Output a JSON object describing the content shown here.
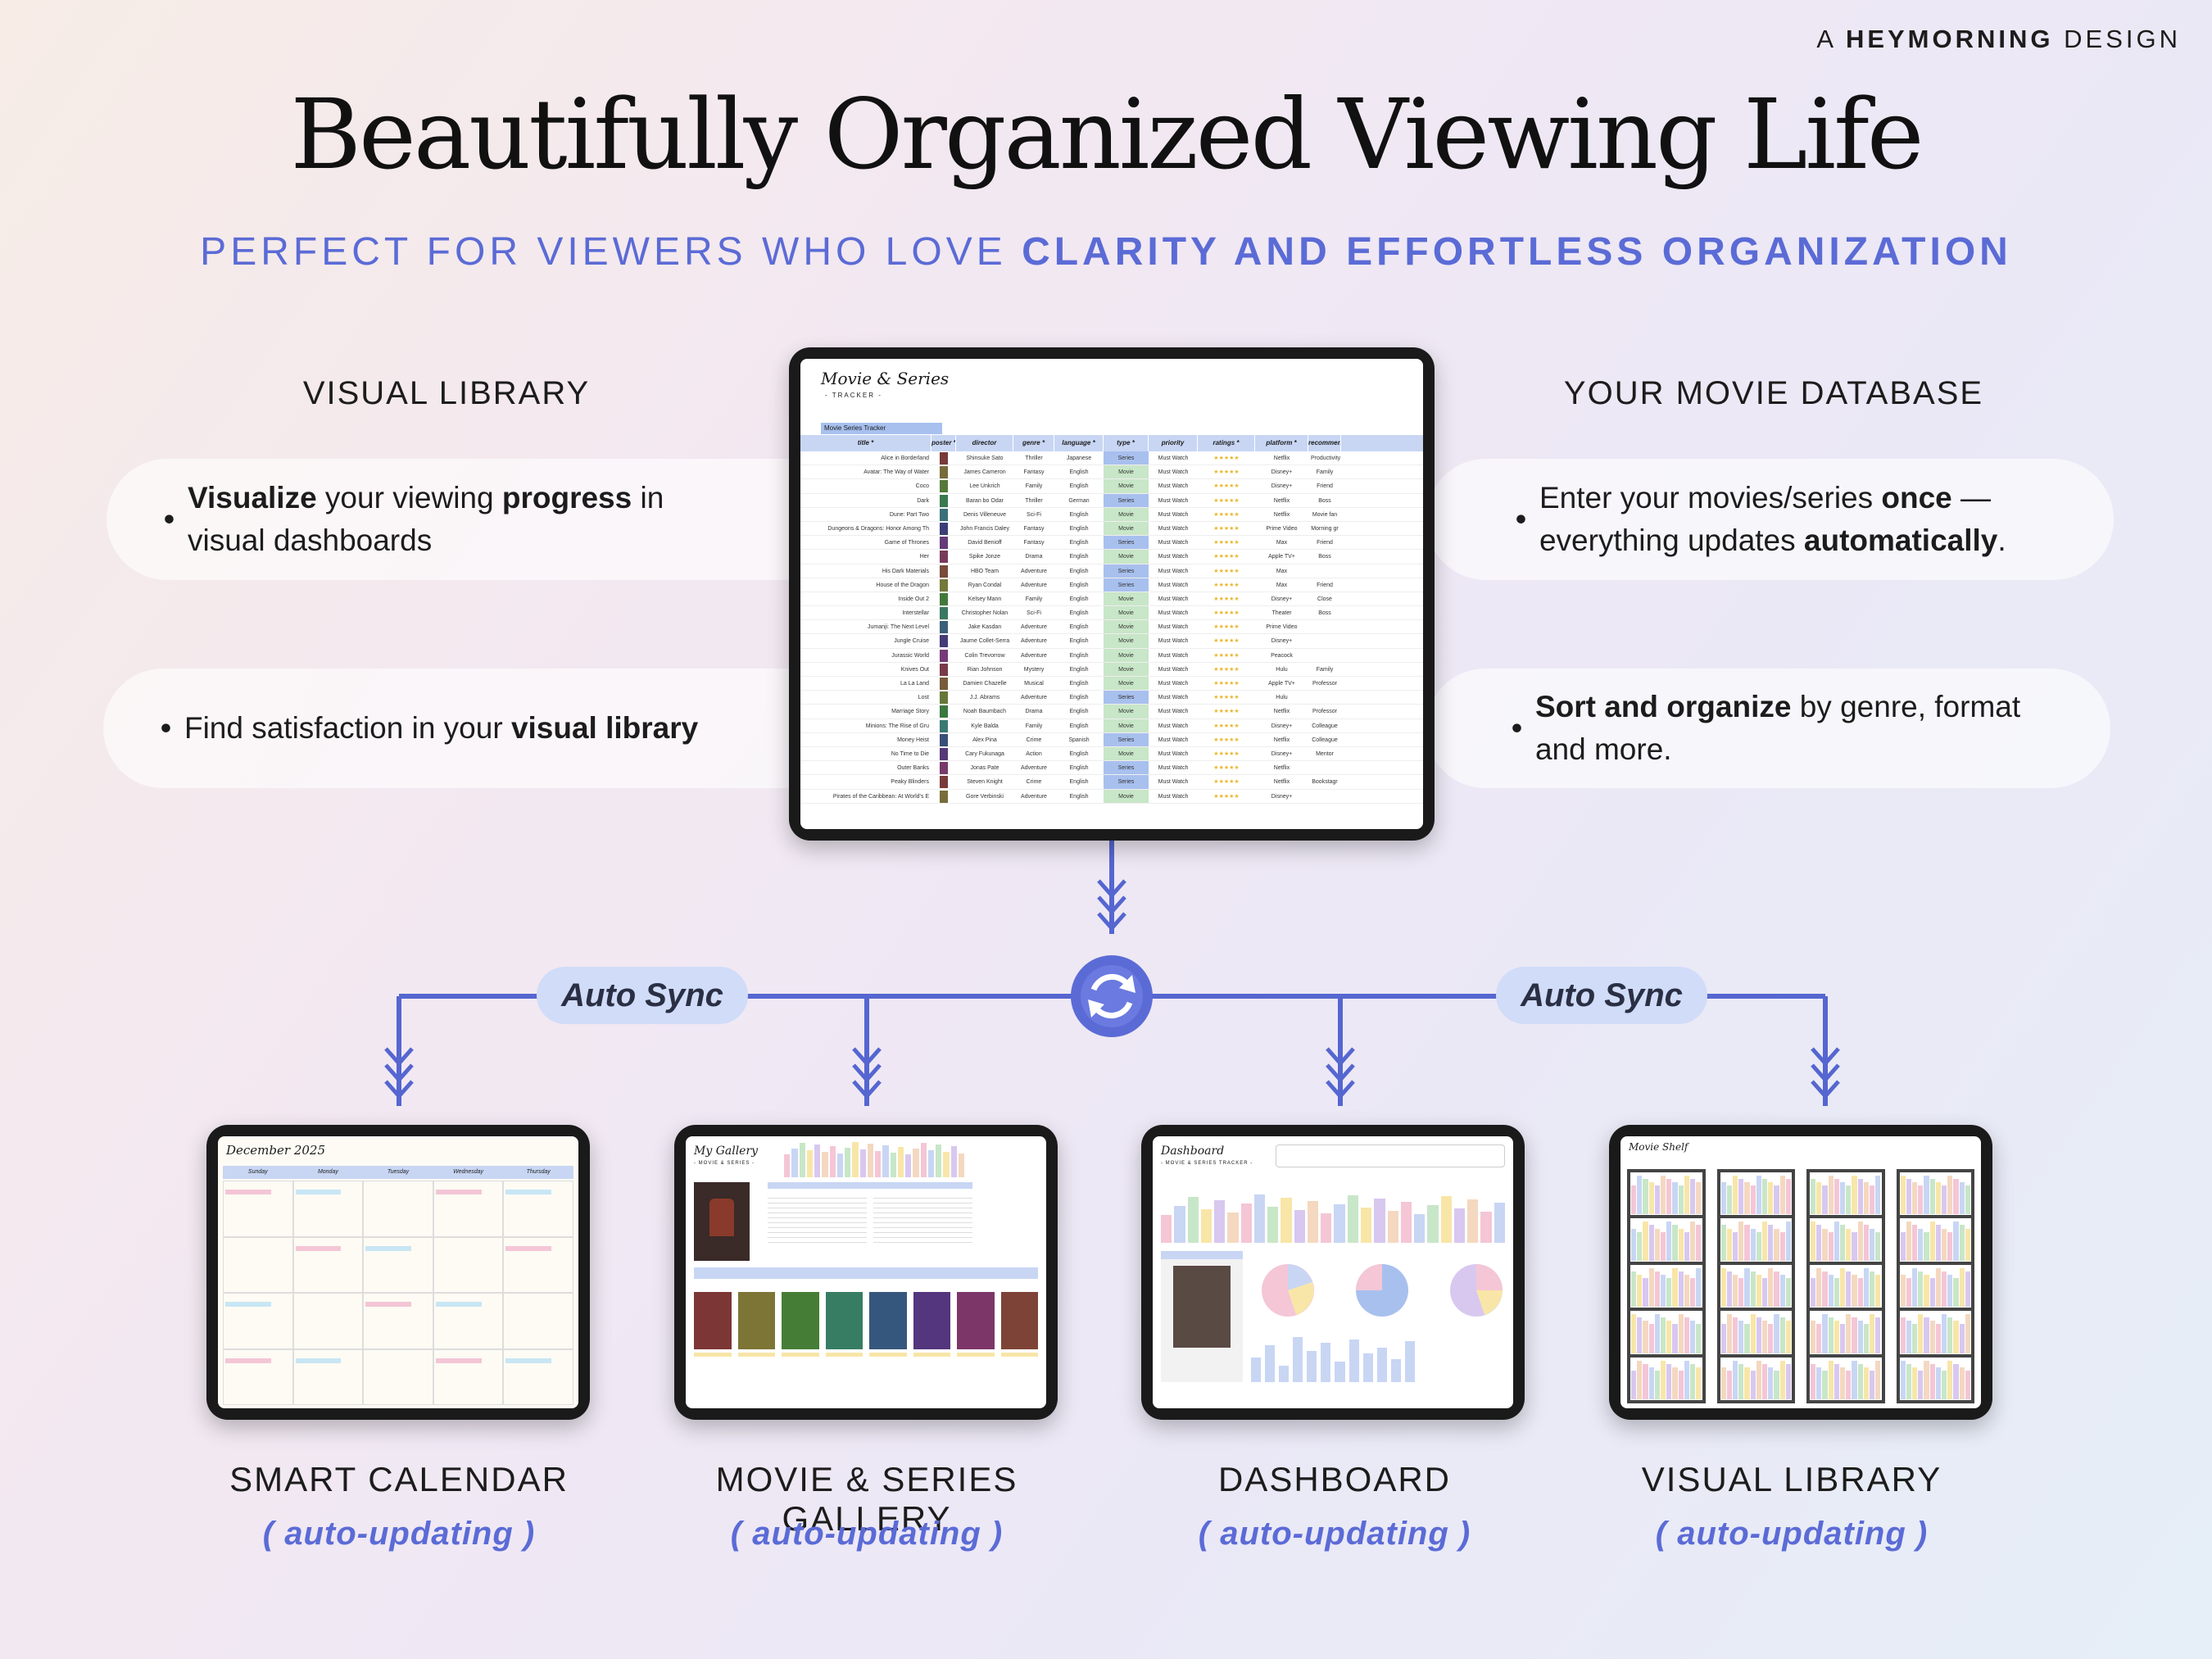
{
  "brand": {
    "prefix": "A",
    "name": "HEYMORNING",
    "suffix": "DESIGN"
  },
  "hero": {
    "title": "Beautifully Organized Viewing Life",
    "subtitle_regular": "PERFECT FOR VIEWERS WHO LOVE ",
    "subtitle_bold": "CLARITY AND EFFORTLESS ORGANIZATION"
  },
  "left": {
    "heading": "VISUAL LIBRARY",
    "bullet1": {
      "b1": "Visualize",
      "t1": " your viewing ",
      "b2": "progress",
      "t2": " in",
      "line2": "visual dashboards"
    },
    "bullet2": {
      "t1": "Find satisfaction in your ",
      "b1": "visual library"
    }
  },
  "right": {
    "heading": "YOUR MOVIE DATABASE",
    "bullet1": {
      "t1": "Enter your movies/series ",
      "b1": "once",
      "t2": " —",
      "line2a": "everything updates ",
      "b2": "automatically",
      "line2b": "."
    },
    "bullet2": {
      "b1": "Sort and organize",
      "t1": " by genre, format",
      "line2": "and more."
    }
  },
  "bullet_glyph": "•",
  "sync_labels": [
    "Auto Sync",
    "Auto Sync"
  ],
  "colors": {
    "accent": "#5b6bd6",
    "line": "#5566d0",
    "pill": "#d0dcf8"
  },
  "main_tablet": {
    "sheet_title": "Movie & Series",
    "sheet_sub": "- TRACKER -",
    "tab_label": "Movie Series Tracker",
    "columns": [
      "title *",
      "poster *",
      "director",
      "genre *",
      "language *",
      "type *",
      "priority",
      "ratings *",
      "platform *",
      "recommended by"
    ],
    "rows": [
      [
        "Alice in Borderland",
        "Shinsuke Sato",
        "Thriller",
        "Japanese",
        "Series",
        "Must Watch",
        "Netflix",
        "Productivity"
      ],
      [
        "Avatar: The Way of Water",
        "James Cameron",
        "Fantasy",
        "English",
        "Movie",
        "Must Watch",
        "Disney+",
        "Family"
      ],
      [
        "Coco",
        "Lee Unkrich",
        "Family",
        "English",
        "Movie",
        "Must Watch",
        "Disney+",
        "Friend"
      ],
      [
        "Dark",
        "Baran bo Odar",
        "Thriller",
        "German",
        "Series",
        "Must Watch",
        "Netflix",
        "Boss"
      ],
      [
        "Dune: Part Two",
        "Denis Villeneuve",
        "Sci-Fi",
        "English",
        "Movie",
        "Must Watch",
        "Netflix",
        "Movie fan"
      ],
      [
        "Dungeons & Dragons: Honor Among Th",
        "John Francis Daley",
        "Fantasy",
        "English",
        "Movie",
        "Must Watch",
        "Prime Video",
        "Morning gr"
      ],
      [
        "Game of Thrones",
        "David Benioff",
        "Fantasy",
        "English",
        "Series",
        "Must Watch",
        "Max",
        "Friend"
      ],
      [
        "Her",
        "Spike Jonze",
        "Drama",
        "English",
        "Movie",
        "Must Watch",
        "Apple TV+",
        "Boss"
      ],
      [
        "His Dark Materials",
        "HBO Team",
        "Adventure",
        "English",
        "Series",
        "Must Watch",
        "Max",
        ""
      ],
      [
        "House of the Dragon",
        "Ryan Condal",
        "Adventure",
        "English",
        "Series",
        "Must Watch",
        "Max",
        "Friend"
      ],
      [
        "Inside Out 2",
        "Kelsey Mann",
        "Family",
        "English",
        "Movie",
        "Must Watch",
        "Disney+",
        "Close"
      ],
      [
        "Interstellar",
        "Christopher Nolan",
        "Sci-Fi",
        "English",
        "Movie",
        "Must Watch",
        "Theater",
        "Boss"
      ],
      [
        "Jumanji: The Next Level",
        "Jake Kasdan",
        "Adventure",
        "English",
        "Movie",
        "Must Watch",
        "Prime Video",
        ""
      ],
      [
        "Jungle Cruise",
        "Jaume Collet-Serra",
        "Adventure",
        "English",
        "Movie",
        "Must Watch",
        "Disney+",
        ""
      ],
      [
        "Jurassic World",
        "Colin Trevorrow",
        "Adventure",
        "English",
        "Movie",
        "Must Watch",
        "Peacock",
        ""
      ],
      [
        "Knives Out",
        "Rian Johnson",
        "Mystery",
        "English",
        "Movie",
        "Must Watch",
        "Hulu",
        "Family"
      ],
      [
        "La La Land",
        "Damien Chazelle",
        "Musical",
        "English",
        "Movie",
        "Must Watch",
        "Apple TV+",
        "Professor"
      ],
      [
        "Lost",
        "J.J. Abrams",
        "Adventure",
        "English",
        "Series",
        "Must Watch",
        "Hulu",
        ""
      ],
      [
        "Marriage Story",
        "Noah Baumbach",
        "Drama",
        "English",
        "Movie",
        "Must Watch",
        "Netflix",
        "Professor"
      ],
      [
        "Minions: The Rise of Gru",
        "Kyle Balda",
        "Family",
        "English",
        "Movie",
        "Must Watch",
        "Disney+",
        "Colleague"
      ],
      [
        "Money Heist",
        "Alex Pina",
        "Crime",
        "Spanish",
        "Series",
        "Must Watch",
        "Netflix",
        "Colleague"
      ],
      [
        "No Time to Die",
        "Cary Fukunaga",
        "Action",
        "English",
        "Movie",
        "Must Watch",
        "Disney+",
        "Mentor"
      ],
      [
        "Outer Banks",
        "Jonas Pate",
        "Adventure",
        "English",
        "Series",
        "Must Watch",
        "Netflix",
        ""
      ],
      [
        "Peaky Blinders",
        "Steven Knight",
        "Crime",
        "English",
        "Series",
        "Must Watch",
        "Netflix",
        "Bookstagr"
      ],
      [
        "Pirates of the Caribbean: At World's E",
        "Gore Verbinski",
        "Adventure",
        "English",
        "Movie",
        "Must Watch",
        "Disney+",
        ""
      ]
    ]
  },
  "cards": [
    {
      "title": "SMART CALENDAR",
      "sub": "( auto-updating )",
      "screen_title": "December 2025",
      "days": [
        "Sunday",
        "Monday",
        "Tuesday",
        "Wednesday",
        "Thursday"
      ]
    },
    {
      "title": "MOVIE & SERIES GALLERY",
      "sub": "( auto-updating )",
      "screen_title": "My Gallery",
      "screen_sub": "- MOVIE & SERIES -"
    },
    {
      "title": "DASHBOARD",
      "sub": "( auto-updating )",
      "screen_title": "Dashboard",
      "screen_sub": "- MOVIE & SERIES TRACKER -"
    },
    {
      "title": "VISUAL LIBRARY",
      "sub": "( auto-updating )",
      "screen_title": "Movie Shelf"
    }
  ],
  "icons": {
    "sync": "sync-icon",
    "arrow": "down-arrow-icon"
  }
}
